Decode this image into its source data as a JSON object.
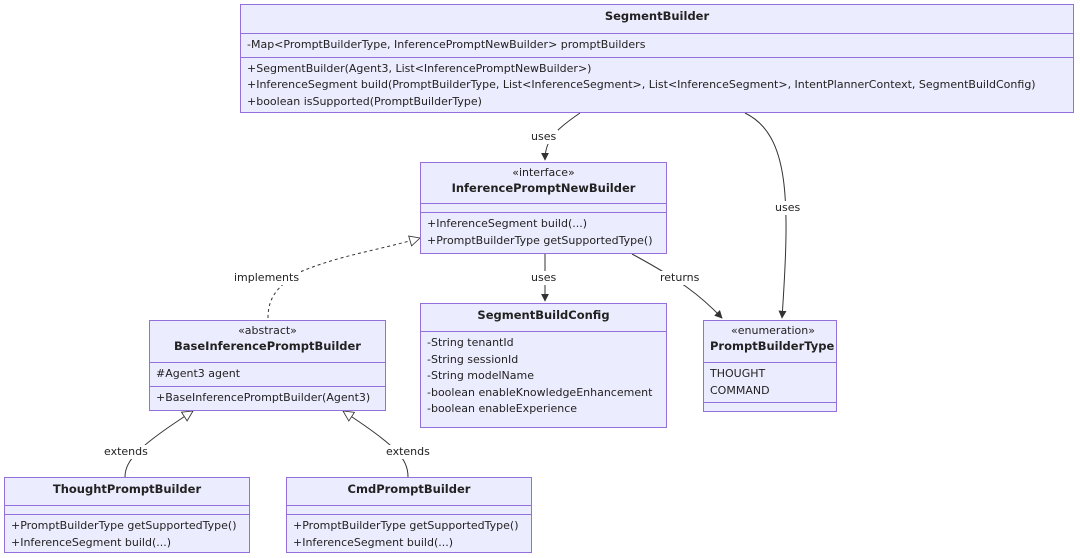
{
  "classes": {
    "segment_builder": {
      "name": "SegmentBuilder",
      "attributes": [
        "-Map<PromptBuilderType, InferencePromptNewBuilder> promptBuilders"
      ],
      "methods": [
        "+SegmentBuilder(Agent3, List<InferencePromptNewBuilder>)",
        "+InferenceSegment build(PromptBuilderType, List<InferenceSegment>, List<InferenceSegment>, IntentPlannerContext, SegmentBuildConfig)",
        "+boolean isSupported(PromptBuilderType)"
      ]
    },
    "inference_prompt_new_builder": {
      "stereotype": "«interface»",
      "name": "InferencePromptNewBuilder",
      "methods": [
        "+InferenceSegment build(...)",
        "+PromptBuilderType getSupportedType()"
      ]
    },
    "segment_build_config": {
      "name": "SegmentBuildConfig",
      "attributes": [
        "-String tenantId",
        "-String sessionId",
        "-String modelName",
        "-boolean enableKnowledgeEnhancement",
        "-boolean enableExperience"
      ]
    },
    "prompt_builder_type": {
      "stereotype": "«enumeration»",
      "name": "PromptBuilderType",
      "values": [
        "THOUGHT",
        "COMMAND"
      ]
    },
    "base_inference_prompt_builder": {
      "stereotype": "«abstract»",
      "name": "BaseInferencePromptBuilder",
      "attributes": [
        "#Agent3 agent"
      ],
      "methods": [
        "+BaseInferencePromptBuilder(Agent3)"
      ]
    },
    "thought_prompt_builder": {
      "name": "ThoughtPromptBuilder",
      "methods": [
        "+PromptBuilderType getSupportedType()",
        "+InferenceSegment build(...)"
      ]
    },
    "cmd_prompt_builder": {
      "name": "CmdPromptBuilder",
      "methods": [
        "+PromptBuilderType getSupportedType()",
        "+InferenceSegment build(...)"
      ]
    }
  },
  "relations": {
    "uses_1": "uses",
    "uses_2": "uses",
    "uses_3": "uses",
    "returns": "returns",
    "implements": "implements",
    "extends_1": "extends",
    "extends_2": "extends"
  },
  "colors": {
    "fill": "#ECECFF",
    "border": "#9370DB",
    "edge": "#333333"
  }
}
